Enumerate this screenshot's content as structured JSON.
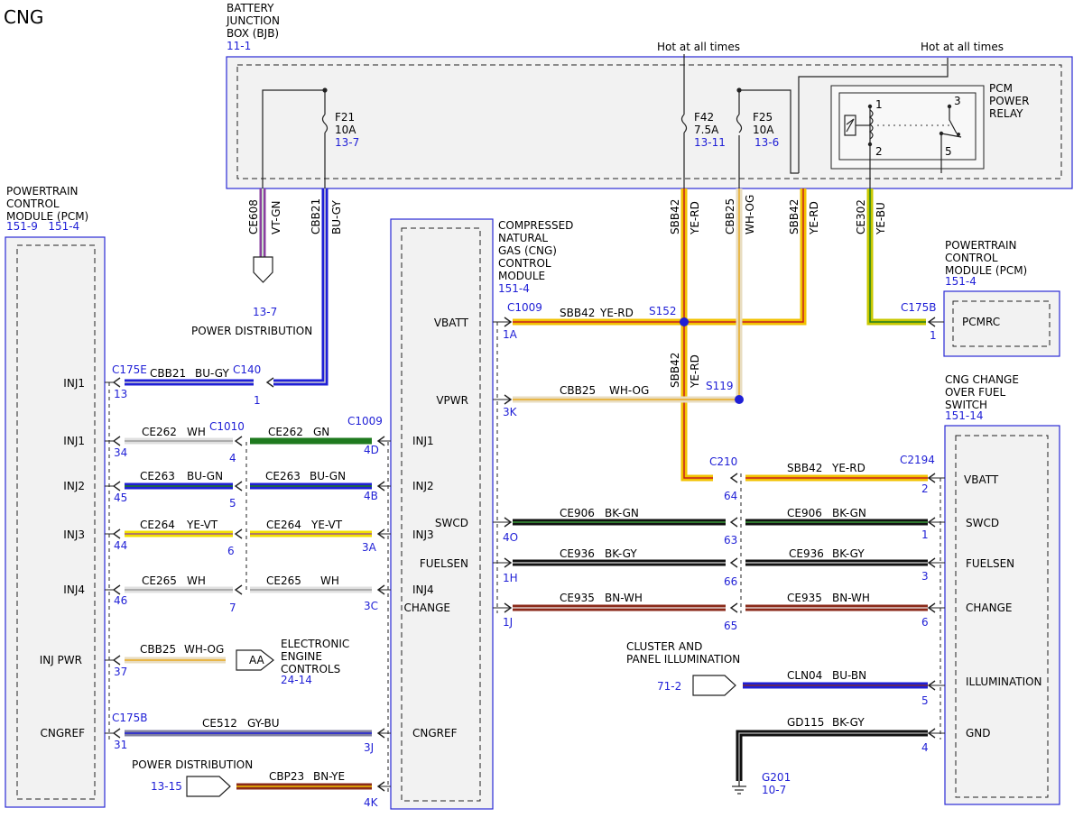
{
  "title": "CNG",
  "bjb": {
    "name_lines": [
      "BATTERY",
      "JUNCTION",
      "BOX (BJB)"
    ],
    "ref": "11-1"
  },
  "hot1": "Hot at all times",
  "hot2": "Hot at all times",
  "fuses": {
    "f21": {
      "name": "F21",
      "rating": "10A",
      "ref": "13-7"
    },
    "f42": {
      "name": "F42",
      "rating": "7.5A",
      "ref": "13-11"
    },
    "f25": {
      "name": "F25",
      "rating": "10A",
      "ref": "13-6"
    }
  },
  "relay": {
    "name_lines": [
      "PCM",
      "POWER",
      "RELAY"
    ],
    "pins": [
      "1",
      "2",
      "3",
      "5"
    ]
  },
  "pcm_left": {
    "name_lines": [
      "POWERTRAIN",
      "CONTROL",
      "MODULE (PCM)"
    ],
    "ref": "151-9   151-4",
    "pins": [
      "INJ1",
      "INJ1",
      "INJ2",
      "INJ3",
      "INJ4",
      "INJ PWR",
      "CNGREF"
    ]
  },
  "cng_module": {
    "name_lines": [
      "COMPRESSED",
      "NATURAL",
      "GAS (CNG)",
      "CONTROL",
      "MODULE"
    ],
    "ref": "151-4",
    "left_pins": [
      "VBATT",
      "VPWR",
      "SWCD",
      "FUELSEN",
      "CHANGE"
    ],
    "right_pins": [
      "INJ1",
      "INJ2",
      "INJ3",
      "INJ4",
      "CNGREF"
    ]
  },
  "pcm_right": {
    "name_lines": [
      "POWERTRAIN",
      "CONTROL",
      "MODULE (PCM)"
    ],
    "ref": "151-4",
    "pin": "PCMRC"
  },
  "switch": {
    "name_lines": [
      "CNG CHANGE",
      "OVER FUEL",
      "SWITCH"
    ],
    "ref": "151-14",
    "pins": [
      "VBATT",
      "SWCD",
      "FUELSEN",
      "CHANGE",
      "ILLUMINATION",
      "GND"
    ]
  },
  "power_distribution": {
    "label": "POWER DISTRIBUTION",
    "ref1": "13-7",
    "ref2": "13-15"
  },
  "eec": {
    "name_lines": [
      "ELECTRONIC",
      "ENGINE",
      "CONTROLS"
    ],
    "ref": "24-14",
    "tag": "AA"
  },
  "cluster": {
    "name_lines": [
      "CLUSTER AND",
      "PANEL ILLUMINATION"
    ],
    "ref": "71-2"
  },
  "ground": {
    "name": "G201",
    "ref": "10-7"
  },
  "connectors": {
    "c175e": "C175E",
    "c140": "C140",
    "c1010": "C1010",
    "c1009a": "C1009",
    "c1009b": "C1009",
    "c175b_left": "C175B",
    "c175b_right": "C175B",
    "c210": "C210",
    "c2194": "C2194"
  },
  "splices": {
    "s152": "S152",
    "s119": "S119"
  },
  "wires": {
    "ce608": {
      "circuit": "CE608",
      "color": "VT-GN"
    },
    "cbb21": {
      "circuit": "CBB21",
      "color": "BU-GY"
    },
    "sbb42": {
      "circuit": "SBB42",
      "color": "YE-RD"
    },
    "cbb25": {
      "circuit": "CBB25",
      "color": "WH-OG"
    },
    "ce302": {
      "circuit": "CE302",
      "color": "YE-BU"
    },
    "ce262a": {
      "circuit": "CE262",
      "color": "WH"
    },
    "ce262b": {
      "circuit": "CE262",
      "color": "GN"
    },
    "ce263": {
      "circuit": "CE263",
      "color": "BU-GN"
    },
    "ce264": {
      "circuit": "CE264",
      "color": "YE-VT"
    },
    "ce265": {
      "circuit": "CE265",
      "color": "WH"
    },
    "ce512": {
      "circuit": "CE512",
      "color": "GY-BU"
    },
    "cbp23": {
      "circuit": "CBP23",
      "color": "BN-YE"
    },
    "ce906": {
      "circuit": "CE906",
      "color": "BK-GN"
    },
    "ce936": {
      "circuit": "CE936",
      "color": "BK-GY"
    },
    "ce935": {
      "circuit": "CE935",
      "color": "BN-WH"
    },
    "cln04": {
      "circuit": "CLN04",
      "color": "BU-BN"
    },
    "gd115": {
      "circuit": "GD115",
      "color": "BK-GY"
    }
  },
  "pin_numbers": {
    "p13": "13",
    "p1_c140": "1",
    "p34": "34",
    "p4": "4",
    "p4d": "4D",
    "p45": "45",
    "p5": "5",
    "p4b": "4B",
    "p44": "44",
    "p6": "6",
    "p3a": "3A",
    "p46": "46",
    "p7": "7",
    "p3c": "3C",
    "p37": "37",
    "p31": "31",
    "p3j": "3J",
    "p4k": "4K",
    "p1a": "1A",
    "p3k": "3K",
    "p4o": "4O",
    "p1h": "1H",
    "p1j": "1J",
    "p1_pcmrc": "1",
    "p64": "64",
    "p63": "63",
    "p66": "66",
    "p65": "65",
    "s2": "2",
    "s1": "1",
    "s3": "3",
    "s6": "6",
    "s5": "5",
    "s4": "4"
  },
  "colors": {
    "blue": "#1f1fd6",
    "yellow": "#f2c200",
    "orange": "#e8a000",
    "red": "#c42020",
    "green": "#1f7a1f",
    "black": "#111111",
    "brown": "#8b2a1a",
    "gray": "#9a9a9a",
    "violet": "#8a3fa0"
  }
}
